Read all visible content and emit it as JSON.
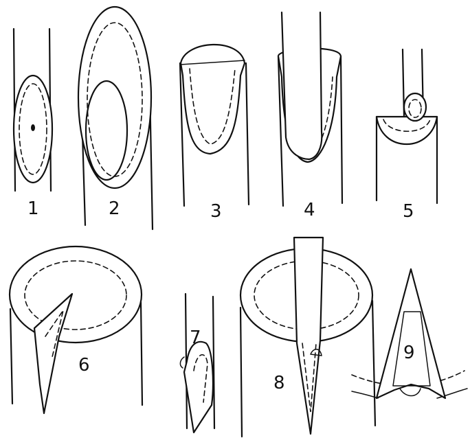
{
  "figure": {
    "panels": [
      {
        "id": "panel-1",
        "label": "1"
      },
      {
        "id": "panel-2",
        "label": "2"
      },
      {
        "id": "panel-3",
        "label": "3"
      },
      {
        "id": "panel-4",
        "label": "4"
      },
      {
        "id": "panel-5",
        "label": "5"
      },
      {
        "id": "panel-6",
        "label": "6"
      },
      {
        "id": "panel-7",
        "label": "7"
      },
      {
        "id": "panel-8",
        "label": "8"
      },
      {
        "id": "panel-9",
        "label": "9"
      }
    ]
  }
}
